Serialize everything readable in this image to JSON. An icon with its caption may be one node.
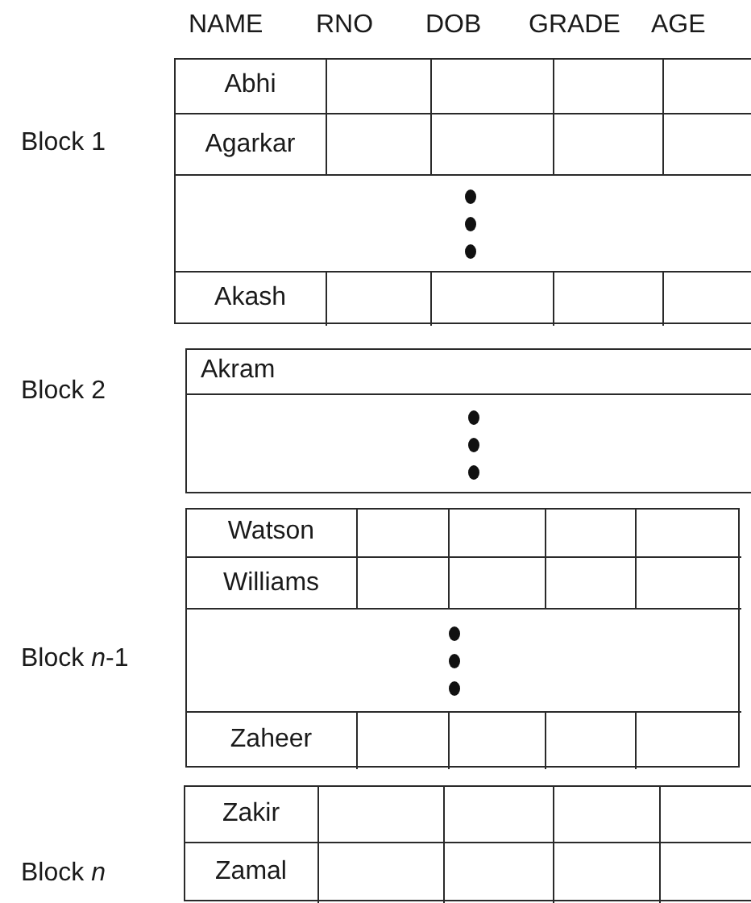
{
  "diagram": {
    "nodes": [
      {
        "text": [],
        "shape": "box",
        "beside": [
          "Block 1"
        ]
      },
      {
        "text": [
          "Abhi"
        ],
        "in": 0
      },
      {
        "text": [],
        "shape": "box",
        "in": 0
      },
      {
        "text": [],
        "shape": "box",
        "in": 0
      },
      {
        "text": [],
        "shape": "box",
        "in": 0
      },
      {
        "text": [],
        "shape": "box",
        "in": 0
      },
      {
        "text": [
          "Agarkar"
        ],
        "in": 0
      },
      {
        "text": [],
        "shape": "box",
        "in": 0
      },
      {
        "text": [],
        "shape": "box",
        "in": 0
      },
      {
        "text": [],
        "shape": "box",
        "in": 0
      },
      {
        "text": [],
        "shape": "box",
        "in": 0
      },
      {
        "text": [],
        "shape": "box",
        "in": 0
      },
      {
        "text": [
          "Akash"
        ],
        "in": 0
      },
      {
        "text": [],
        "shape": "box",
        "in": 0
      },
      {
        "text": [],
        "shape": "box",
        "in": 0
      },
      {
        "text": [],
        "shape": "box",
        "in": 0
      },
      {
        "text": [],
        "shape": "box",
        "in": 0
      },
      {
        "text": [],
        "shape": "box",
        "beside": [
          "Block 2"
        ]
      },
      {
        "text": [
          "Akram"
        ],
        "in": 17
      },
      {
        "text": [],
        "shape": "box",
        "in": 17
      },
      {
        "text": [],
        "shape": "box",
        "beside": [
          "Block *n*-1"
        ]
      },
      {
        "text": [
          "Watson"
        ],
        "in": 20
      },
      {
        "text": [],
        "shape": "box",
        "in": 20
      },
      {
        "text": [],
        "shape": "box",
        "in": 20
      },
      {
        "text": [],
        "shape": "box",
        "in": 20
      },
      {
        "text": [],
        "shape": "box",
        "in": 20
      },
      {
        "text": [
          "Williams"
        ],
        "in": 20
      },
      {
        "text": [],
        "shape": "box",
        "in": 20
      },
      {
        "text": [],
        "shape": "box",
        "in": 20
      },
      {
        "text": [],
        "shape": "box",
        "in": 20
      },
      {
        "text": [],
        "shape": "box",
        "in": 20
      },
      {
        "text": [],
        "shape": "box",
        "in": 20
      },
      {
        "text": [
          "Zaheer"
        ],
        "in": 20
      },
      {
        "text": [],
        "shape": "box",
        "in": 20
      },
      {
        "text": [],
        "shape": "box",
        "in": 20
      },
      {
        "text": [],
        "shape": "box",
        "in": 20
      },
      {
        "text": [],
        "shape": "box",
        "in": 20
      },
      {
        "text": [],
        "shape": "box",
        "beside": [
          "Block *n*"
        ]
      },
      {
        "text": [
          "Zakir"
        ],
        "in": 37
      },
      {
        "text": [],
        "shape": "box",
        "in": 37
      },
      {
        "text": [],
        "shape": "box",
        "in": 37
      },
      {
        "text": [],
        "shape": "box",
        "in": 37
      },
      {
        "text": [],
        "shape": "box",
        "in": 37
      },
      {
        "text": [
          "Zamal"
        ],
        "in": 37
      },
      {
        "text": [],
        "shape": "box",
        "in": 37
      },
      {
        "text": [],
        "shape": "box",
        "in": 37
      },
      {
        "text": [],
        "shape": "box",
        "in": 37
      },
      {
        "text": [],
        "shape": "box",
        "in": 37
      }
    ],
    "labels": [
      "NAME",
      "RNO",
      "DOB",
      "GRADE",
      "AGE"
    ]
  }
}
